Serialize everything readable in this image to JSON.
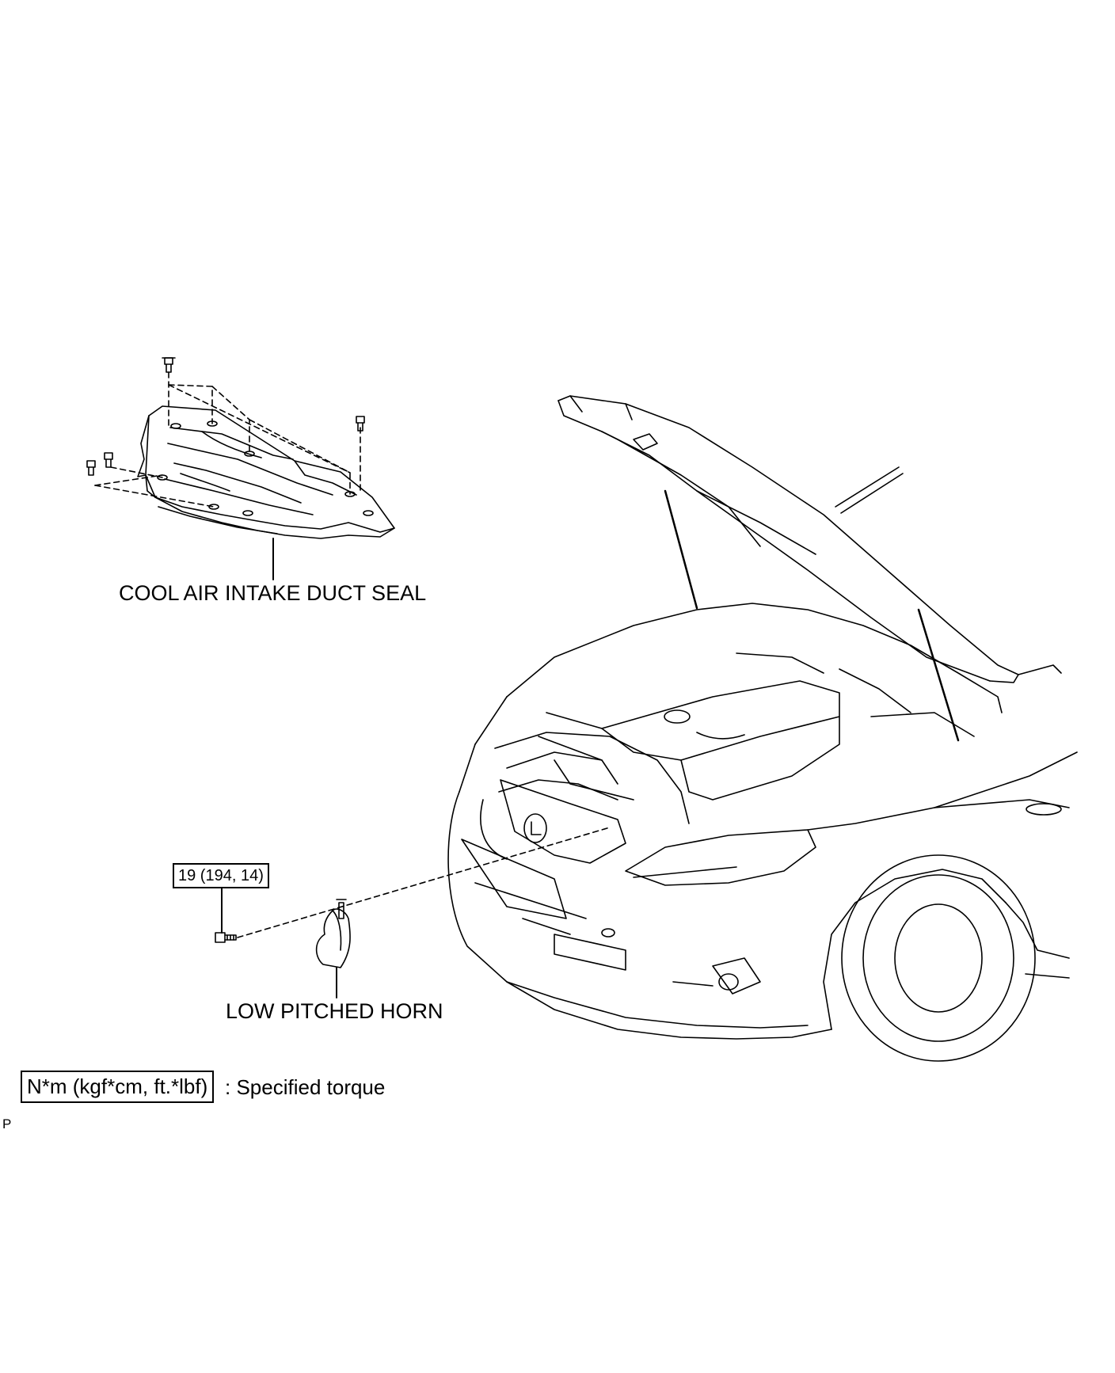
{
  "labels": {
    "duct_seal": "COOL AIR INTAKE DUCT SEAL",
    "horn": "LOW PITCHED HORN",
    "horn_bolt_torque": "19 (194, 14)"
  },
  "legend": {
    "box": "N*m (kgf*cm, ft.*lbf)",
    "text": ": Specified torque"
  },
  "figure_code": "P"
}
